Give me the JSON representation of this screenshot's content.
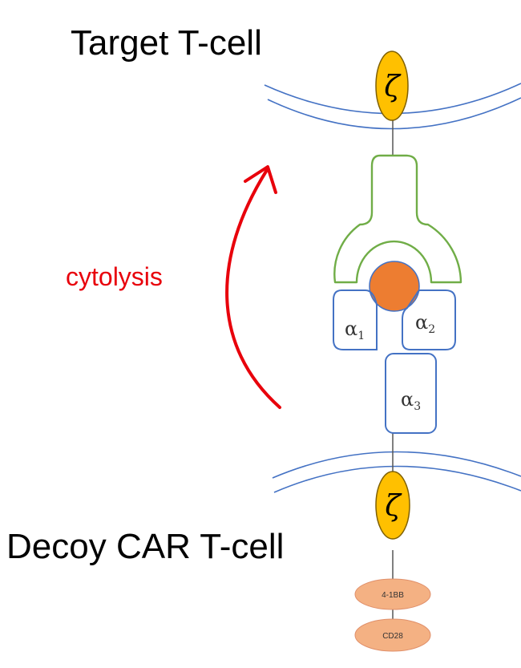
{
  "labels": {
    "target_cell": "Target T-cell",
    "decoy_cell": "Decoy CAR T-cell",
    "process": "cytolysis"
  },
  "chains": {
    "zeta_top": "ζ",
    "zeta_bottom": "ζ",
    "alpha1_symbol": "α",
    "alpha1_sub": "1",
    "alpha2_symbol": "α",
    "alpha2_sub": "2",
    "alpha3_symbol": "α",
    "alpha3_sub": "3"
  },
  "costim": {
    "domain_1": "4-1BB",
    "domain_2": "CD28"
  },
  "colors": {
    "membrane": "#4472c4",
    "receptor_outline": "#70ad47",
    "mhc_outline": "#4472c4",
    "peptide_fill": "#ed7d31",
    "zeta_fill": "#ffc000",
    "costim_fill": "#f4b183",
    "arrow": "#e8000b",
    "text": "#000000"
  }
}
